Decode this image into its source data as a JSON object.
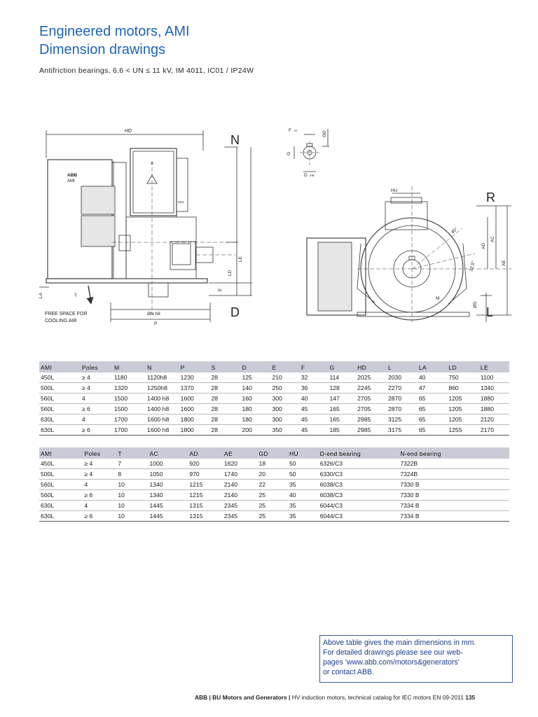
{
  "header": {
    "title": "Engineered motors, AMI",
    "subtitle": "Dimension drawings",
    "spec": "Antifriction bearings, 6.6 < UN ≤ 11 kV, IM 4011, IC01 / IP24W"
  },
  "drawing": {
    "labels": {
      "N": "N",
      "D": "D",
      "R": "R",
      "L": "L",
      "HD": "HD",
      "HU": "HU",
      "F": "F",
      "F_tol": "h9",
      "GD": "GD",
      "G": "G",
      "D_shaft": "D",
      "D_tol": "m6",
      "LD": "LD",
      "LE": "LE",
      "E": "E",
      "LA": "LA",
      "T": "T",
      "N_dim": "ØN h8",
      "P": "P",
      "AD": "AD",
      "AC": "AC",
      "AE": "AE",
      "S": "ØS",
      "M": "M",
      "M12": "M12",
      "angle1": "45°",
      "angle2": "22.5°",
      "brand": "ABB",
      "model": "AMI",
      "free_space_1": "FREE SPACE FOR",
      "free_space_2": "COOLING AIR"
    }
  },
  "table1": {
    "headers": [
      "AMI",
      "Poles",
      "M",
      "N",
      "P",
      "S",
      "D",
      "E",
      "F",
      "G",
      "HD",
      "L",
      "LA",
      "LD",
      "LE"
    ],
    "rows": [
      [
        "450L",
        "≥ 4",
        "1180",
        "1120h8",
        "1230",
        "28",
        "125",
        "210",
        "32",
        "114",
        "2025",
        "2030",
        "40",
        "750",
        "1100"
      ],
      [
        "500L",
        "≥ 4",
        "1320",
        "1250h8",
        "1370",
        "28",
        "140",
        "250",
        "36",
        "128",
        "2245",
        "2270",
        "47",
        "860",
        "1340"
      ],
      [
        "560L",
        "4",
        "1500",
        "1400 h8",
        "1600",
        "28",
        "160",
        "300",
        "40",
        "147",
        "2705",
        "2870",
        "65",
        "1205",
        "1880"
      ],
      [
        "560L",
        "≥ 6",
        "1500",
        "1400 h8",
        "1600",
        "28",
        "180",
        "300",
        "45",
        "165",
        "2705",
        "2870",
        "65",
        "1205",
        "1880"
      ],
      [
        "630L",
        "4",
        "1700",
        "1600 h8",
        "1800",
        "28",
        "180",
        "300",
        "45",
        "165",
        "2985",
        "3125",
        "65",
        "1205",
        "2120"
      ],
      [
        "630L",
        "≥ 6",
        "1700",
        "1600 h8",
        "1800",
        "28",
        "200",
        "350",
        "45",
        "185",
        "2985",
        "3175",
        "65",
        "1255",
        "2170"
      ]
    ]
  },
  "table2": {
    "headers": [
      "AMI",
      "Poles",
      "T",
      "AC",
      "AD",
      "AE",
      "GD",
      "HU",
      "D-end bearing",
      "N-end bearing"
    ],
    "rows": [
      [
        "450L",
        "≥ 4",
        "7",
        "1000",
        "920",
        "1620",
        "18",
        "50",
        "6326/C3",
        "7322B"
      ],
      [
        "500L",
        "≥ 4",
        "8",
        "1050",
        "970",
        "1740",
        "20",
        "50",
        "6330/C3",
        "7324B"
      ],
      [
        "560L",
        "4",
        "10",
        "1340",
        "1215",
        "2140",
        "22",
        "35",
        "6038/C3",
        "7330 B"
      ],
      [
        "560L",
        "≥ 6",
        "10",
        "1340",
        "1215",
        "2140",
        "25",
        "40",
        "6038/C3",
        "7330 B"
      ],
      [
        "630L",
        "4",
        "10",
        "1445",
        "1315",
        "2345",
        "25",
        "35",
        "6044/C3",
        "7334 B"
      ],
      [
        "630L",
        "≥ 6",
        "10",
        "1445",
        "1315",
        "2345",
        "25",
        "35",
        "6044/C3",
        "7334 B"
      ]
    ]
  },
  "note": {
    "line1": "Above table gives the main dimensions in mm.",
    "line2": "For detailed drawings please see our web-",
    "line3": "pages 'www.abb.com/motors&generators'",
    "line4": "or contact ABB."
  },
  "footer": {
    "brand": "ABB | BU Motors and Generators |",
    "text": " HV induction motors, technical catalog for IEC motors EN 09-2011",
    "page": "135"
  },
  "colors": {
    "title": "#1f64b4",
    "table_header": "#c9ccd6",
    "note_border": "#3c5aa0",
    "note_text": "#1d3f8a"
  }
}
